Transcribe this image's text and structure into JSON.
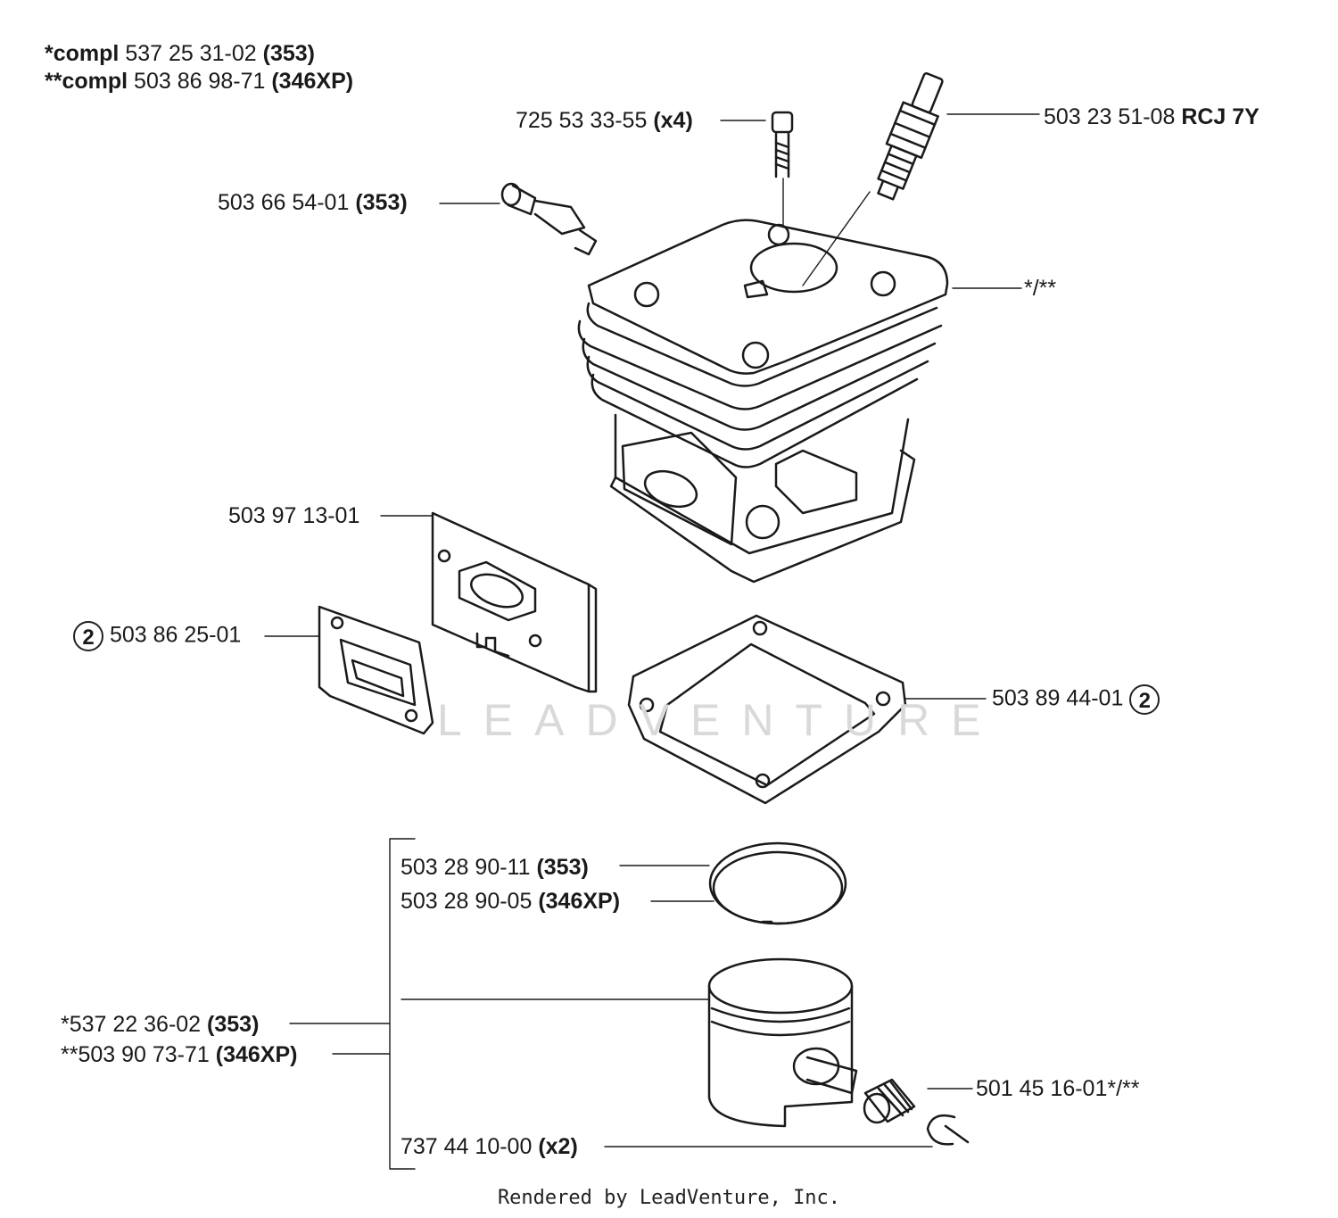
{
  "header": {
    "line1": {
      "prefix": "*compl",
      "number": "537 25 31-02",
      "model": "(353)"
    },
    "line2": {
      "prefix": "**compl",
      "number": "503 86 98-71",
      "model": "(346XP)"
    }
  },
  "parts": {
    "screw": {
      "number": "725 53 33-55",
      "qty": "(x4)"
    },
    "spark_plug": {
      "number": "503 23 51-08",
      "type": "RCJ 7Y"
    },
    "decompression_valve": {
      "number": "503 66 54-01",
      "model": "(353)"
    },
    "cylinder": {
      "label": "*/**"
    },
    "plate": {
      "number": "503 97 13-01"
    },
    "exhaust_gasket": {
      "circle": "2",
      "number": "503 86 25-01"
    },
    "base_gasket": {
      "number": "503 89 44-01",
      "circle": "2"
    },
    "ring_353": {
      "number": "503 28 90-11",
      "model": "(353)"
    },
    "ring_346xp": {
      "number": "503 28 90-05",
      "model": "(346XP)"
    },
    "piston_353": {
      "number": "*537 22 36-02",
      "model": "(353)"
    },
    "piston_346xp": {
      "number": "**503 90 73-71",
      "model": "(346XP)"
    },
    "needle_bearing": {
      "number": "501 45 16-01*/**"
    },
    "circlip": {
      "number": "737 44 10-00",
      "qty": "(x2)"
    }
  },
  "watermark": "LEADVENTURE",
  "footer": "Rendered by LeadVenture, Inc."
}
